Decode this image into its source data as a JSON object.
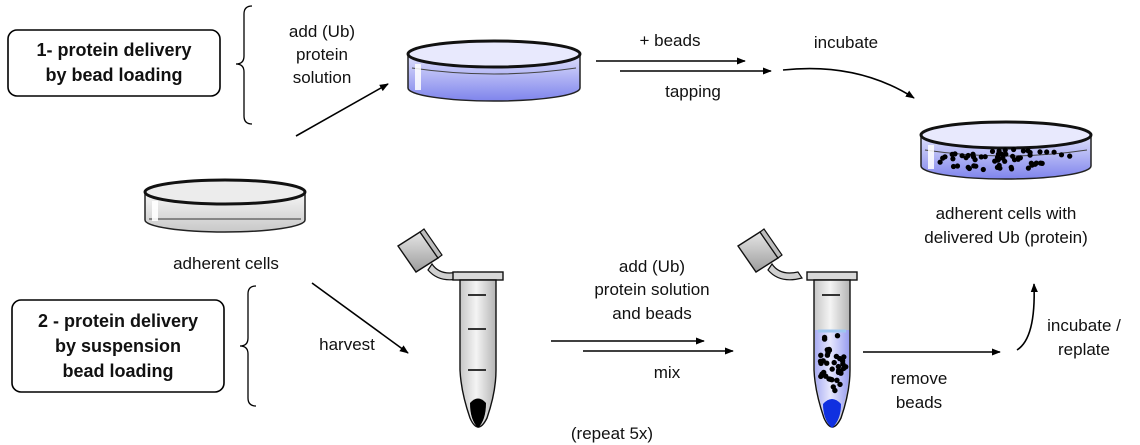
{
  "methods": {
    "method1": {
      "line1": "1- protein delivery",
      "line2": "by bead loading"
    },
    "method2": {
      "line1": "2 - protein delivery",
      "line2": "by suspension",
      "line3": "bead loading"
    }
  },
  "labels": {
    "add_ub_1": "add (Ub)",
    "add_ub_2": "protein",
    "add_ub_3": "solution",
    "plus_beads": "+ beads",
    "tapping": "tapping",
    "incubate": "incubate",
    "adherent_cells": "adherent cells",
    "result_line1": "adherent cells with",
    "result_line2": "delivered Ub (protein)",
    "harvest": "harvest",
    "add_ub2_1": "add (Ub)",
    "add_ub2_2": "protein solution",
    "add_ub2_3": "and beads",
    "mix": "mix",
    "repeat": "(repeat 5x)",
    "remove_1": "remove",
    "remove_2": "beads",
    "incubate_replate_1": "incubate /",
    "incubate_replate_2": "replate"
  },
  "colors": {
    "solution_blue": "#8f93f0",
    "solution_light": "#c9ccf8",
    "pellet_blue": "#1030e0",
    "dish_gray": "#d8d8d8"
  }
}
